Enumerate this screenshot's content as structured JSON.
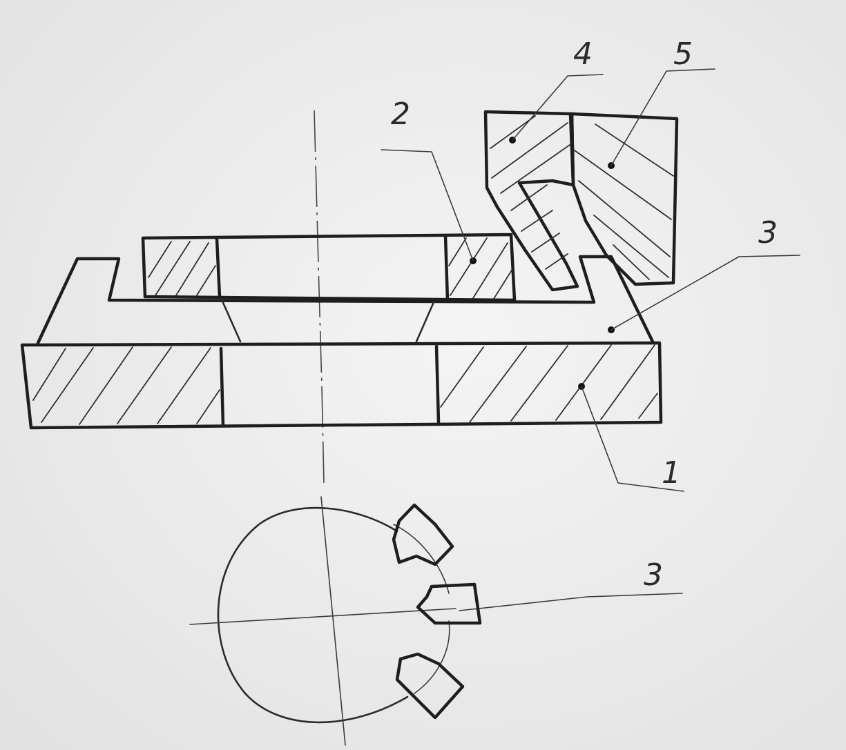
{
  "labels": {
    "part1": "1",
    "part2": "2",
    "part3_side": "3",
    "part3_plan": "3",
    "part4": "4",
    "part5": "5"
  },
  "colors": {
    "paper": "#ececec",
    "ink": "#1e1e1e"
  }
}
